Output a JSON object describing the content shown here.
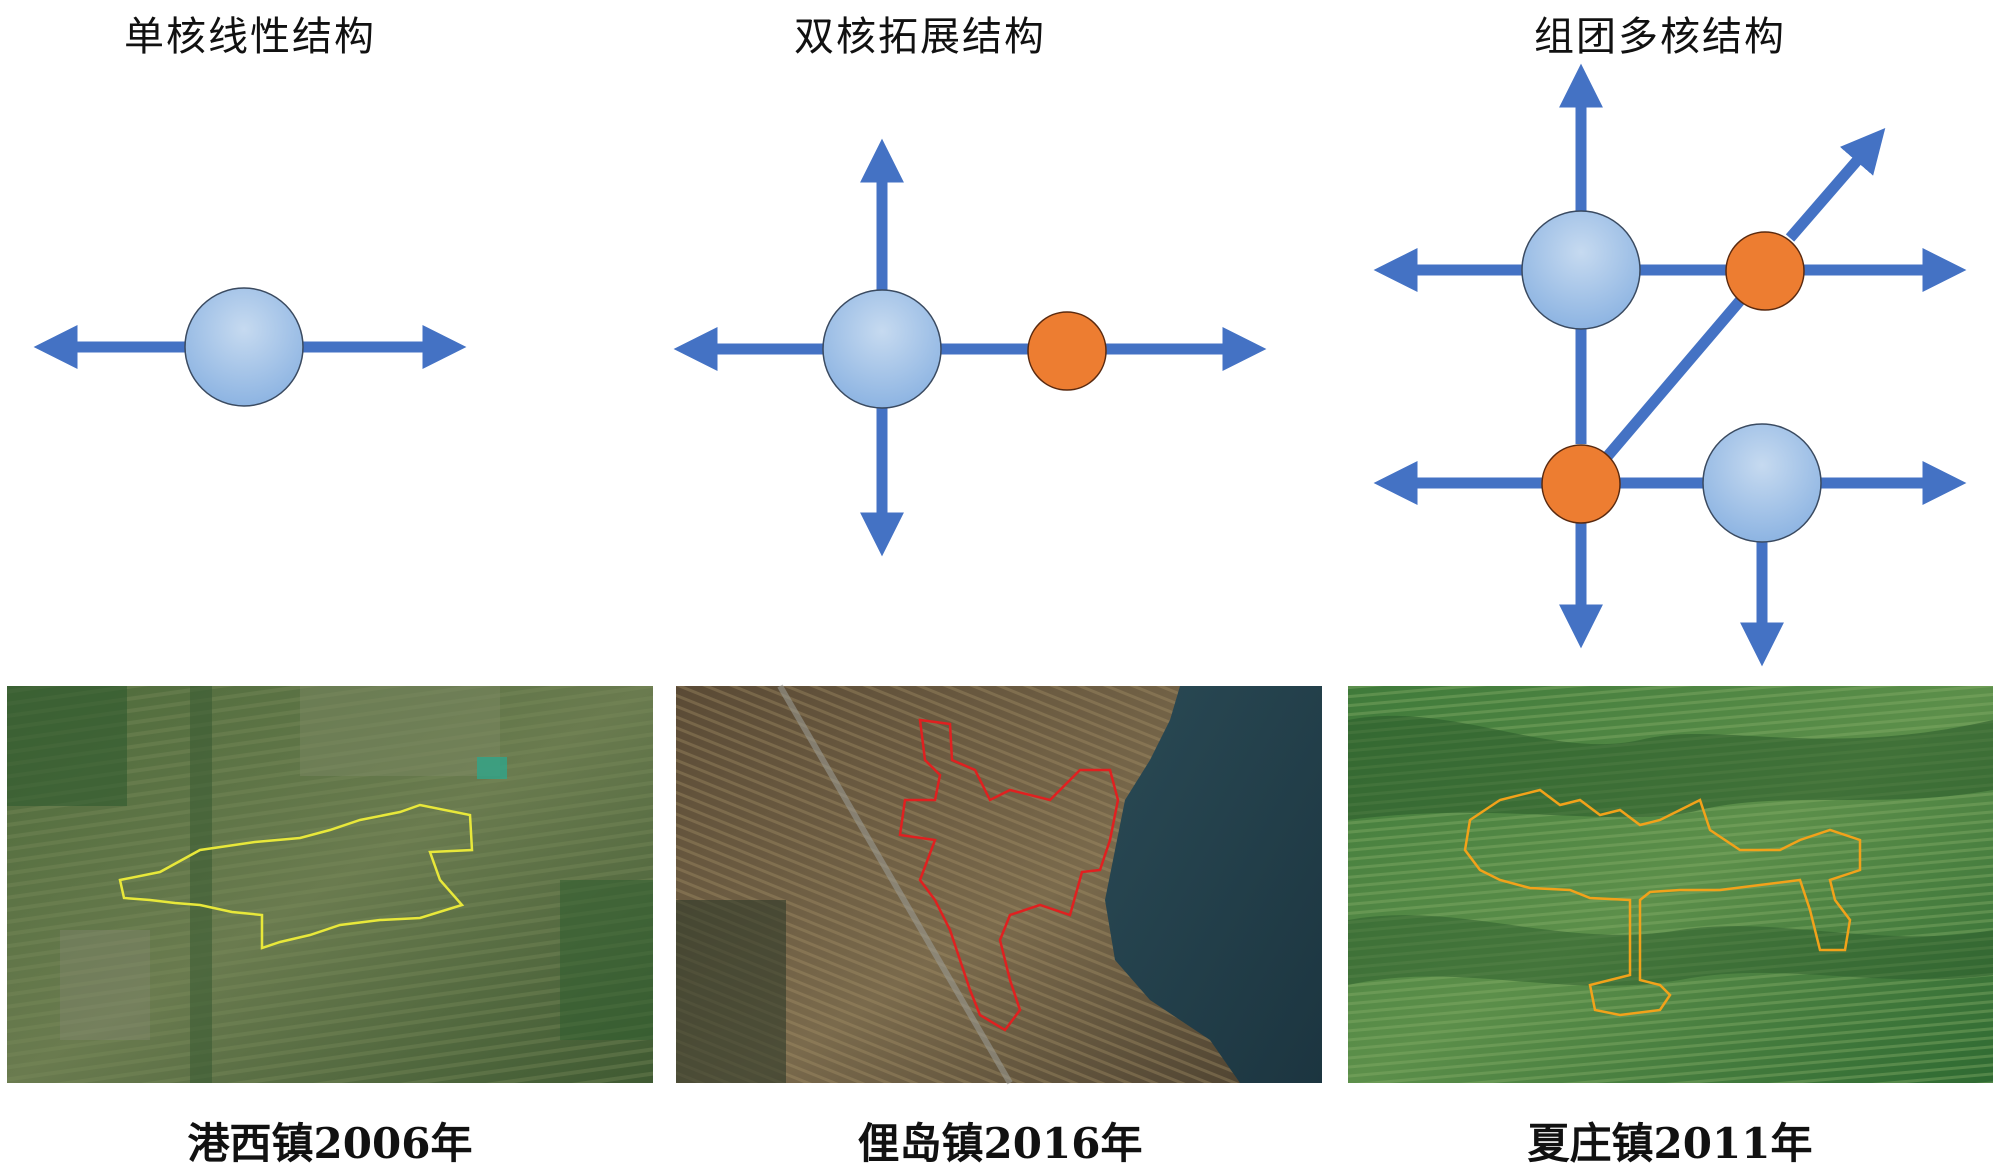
{
  "titles": {
    "single": "单核线性结构",
    "dual": "双核拓展结构",
    "multi": "组团多核结构"
  },
  "captions": {
    "left": "港西镇2006年",
    "middle": "俚岛镇2016年",
    "right": "夏庄镇2011年"
  },
  "colors": {
    "arrow": "#4472C4",
    "primary_core": "#9DC3E6",
    "secondary_core": "#ED7D31",
    "boundary_left": "#E8E83A",
    "boundary_middle": "#E02020",
    "boundary_right": "#F2A21A"
  }
}
